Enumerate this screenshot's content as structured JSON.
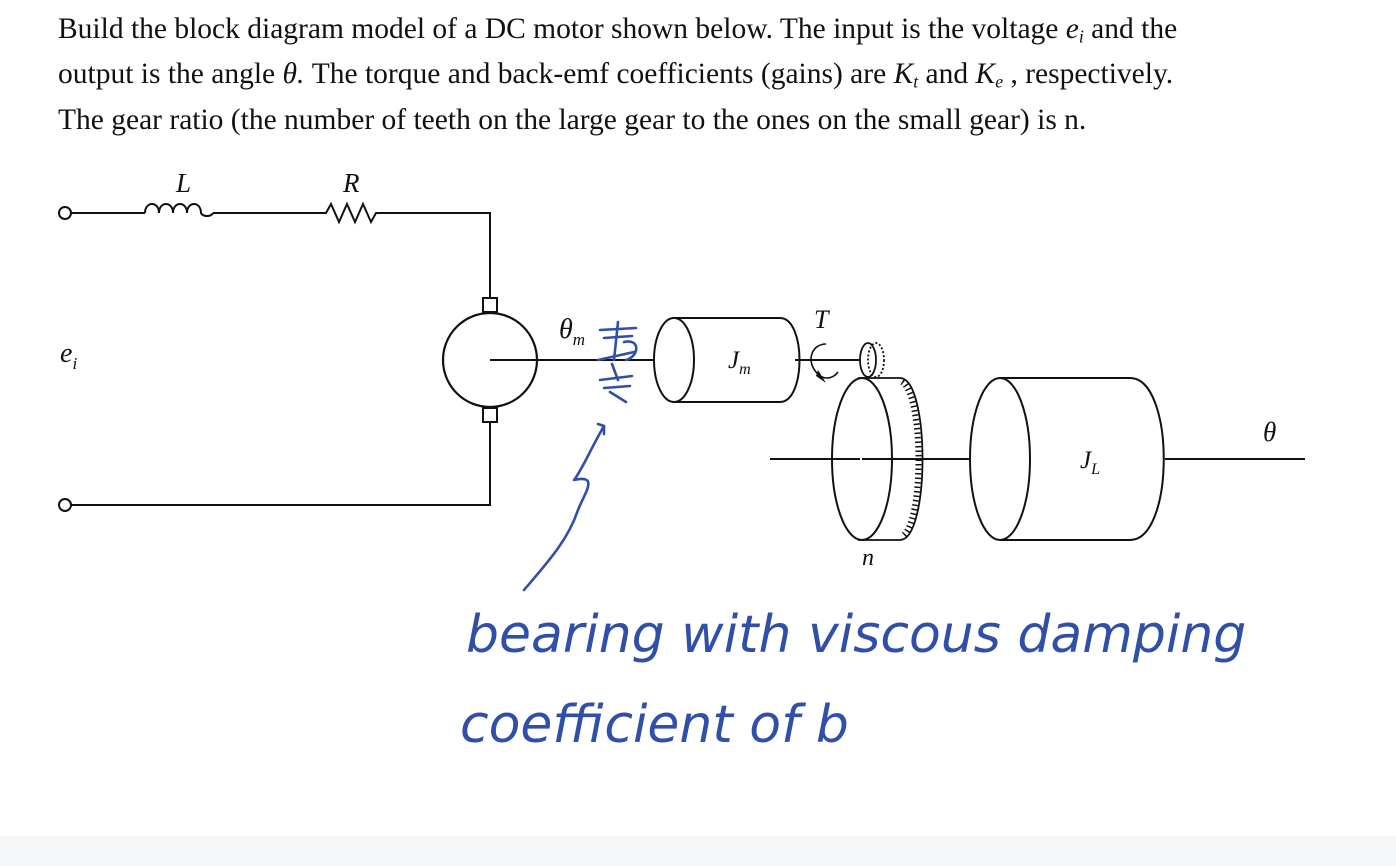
{
  "problem": {
    "line1_a": "Build the block diagram model of a DC motor shown below.  The input is the voltage ",
    "ei": "e",
    "ei_sub": "i",
    "line1_b": " and the",
    "line2_a": "output is the angle ",
    "theta": "θ.",
    "line2_b": "  The torque and back-emf coefficients (gains) are ",
    "kt": "K",
    "kt_sub": "t",
    "line2_c": " and ",
    "ke": "K",
    "ke_sub": "e",
    "line2_d": " , respectively.",
    "line3": "The gear ratio (the number of teeth on the large gear to the ones on the small gear) is n."
  },
  "diagram": {
    "label_L": "L",
    "label_R": "R",
    "label_ei": "e",
    "label_ei_sub": "i",
    "label_theta_m": "θ",
    "label_theta_m_sub": "m",
    "label_Jm": "J",
    "label_Jm_sub": "m",
    "label_T": "T",
    "label_JL": "J",
    "label_JL_sub": "L",
    "label_n": "n",
    "label_theta": "θ"
  },
  "annotation": {
    "line1": "bearing with viscous damping",
    "line2": "coefficient of b",
    "ink_color": "#2f4fa8"
  }
}
